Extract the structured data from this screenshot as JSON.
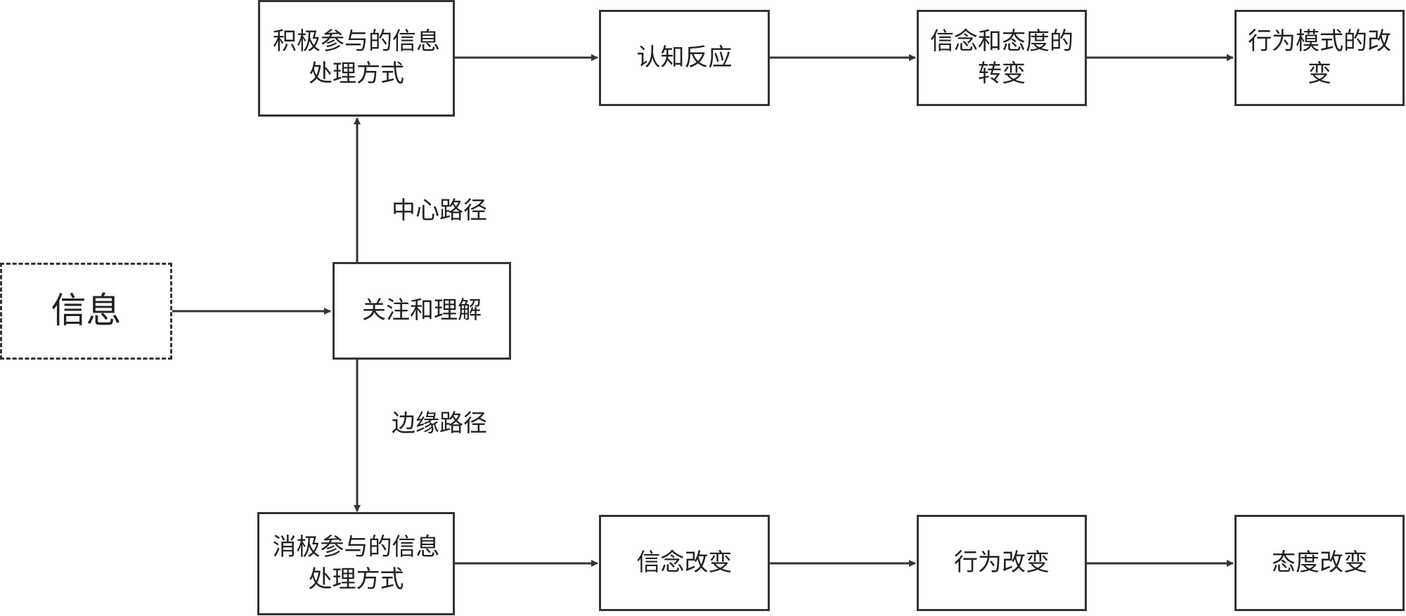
{
  "nodes": {
    "info": "信息",
    "attend": "关注和理解",
    "active": "积极参与的信息处理方式",
    "cognitive": "认知反应",
    "belief_attitude": "信念和态度的转变",
    "behavior_pattern": "行为模式的改变",
    "passive": "消极参与的信息处理方式",
    "belief_change": "信念改变",
    "behavior_change": "行为改变",
    "attitude_change": "态度改变"
  },
  "edge_labels": {
    "central": "中心路径",
    "peripheral": "边缘路径"
  }
}
